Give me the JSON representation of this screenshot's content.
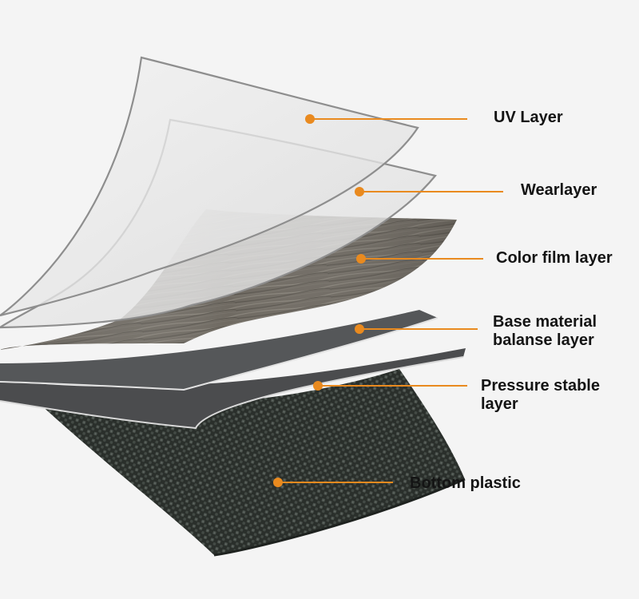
{
  "accent_color": "#e98a1f",
  "background_color": "#f4f4f4",
  "layers": [
    {
      "id": "uv",
      "lines": [
        "UV Layer"
      ]
    },
    {
      "id": "wear",
      "lines": [
        "Wearlayer"
      ]
    },
    {
      "id": "color",
      "lines": [
        "Color film layer"
      ]
    },
    {
      "id": "base",
      "lines": [
        "Base material",
        "balanse layer"
      ]
    },
    {
      "id": "pressure",
      "lines": [
        "Pressure stable",
        "layer"
      ]
    },
    {
      "id": "bottom",
      "lines": [
        "Bottom plastic"
      ]
    }
  ]
}
